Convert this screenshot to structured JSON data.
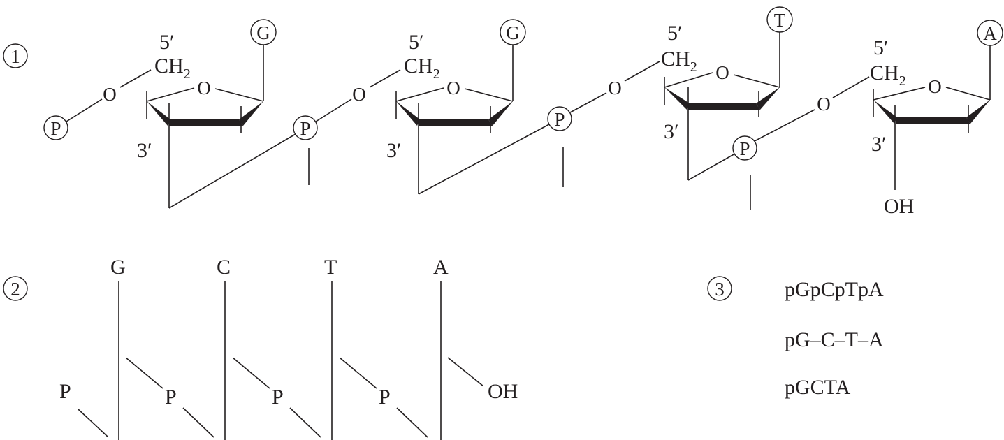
{
  "section_labels": [
    "1",
    "2",
    "3"
  ],
  "structure1": {
    "nucleotides": [
      {
        "base": "G",
        "five_prime": "5′",
        "ch2": "CH",
        "sub2": "2",
        "ring_o": "O",
        "link_o": "O",
        "phosphate": "P",
        "three_prime": "3′"
      },
      {
        "base": "G",
        "five_prime": "5′",
        "ch2": "CH",
        "sub2": "2",
        "ring_o": "O",
        "link_o": "O",
        "phosphate": "P",
        "three_prime": "3′"
      },
      {
        "base": "T",
        "five_prime": "5′",
        "ch2": "CH",
        "sub2": "2",
        "ring_o": "O",
        "link_o": "O",
        "phosphate": "P",
        "three_prime": "3′"
      },
      {
        "base": "A",
        "five_prime": "5′",
        "ch2": "CH",
        "sub2": "2",
        "ring_o": "O",
        "link_o": "O",
        "phosphate": "P",
        "three_prime": "3′"
      }
    ],
    "terminal": "OH"
  },
  "structure2": {
    "bases": [
      "G",
      "C",
      "T",
      "A"
    ],
    "phosphates": [
      "P",
      "P",
      "P",
      "P"
    ],
    "terminal": "OH"
  },
  "structure3": {
    "notations": [
      "pGpCpTpA",
      "pG–C–T–A",
      "pGCTA"
    ]
  }
}
